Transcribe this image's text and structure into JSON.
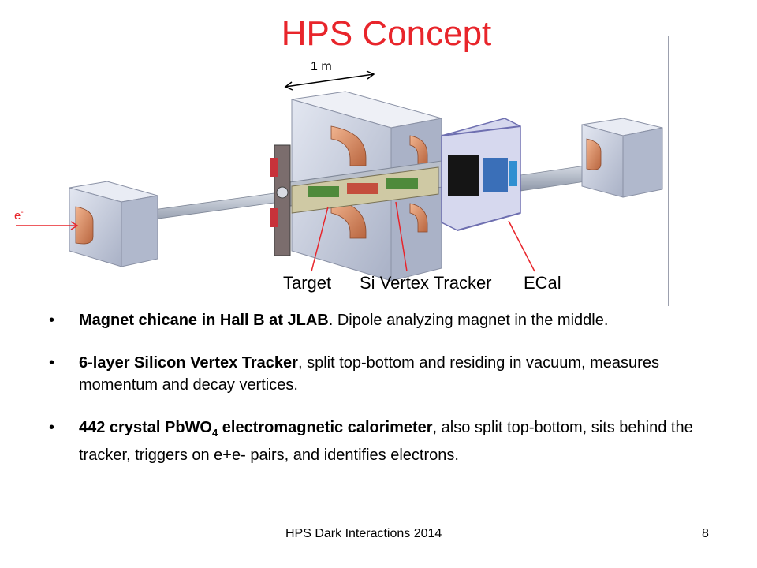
{
  "slide": {
    "title": "HPS Concept",
    "scale_label": "1 m",
    "beam_label": "e",
    "beam_label_sup": "-",
    "callouts": {
      "target": "Target",
      "tracker": "Si Vertex Tracker",
      "ecal": "ECal"
    },
    "bullets": [
      {
        "marker": "•",
        "bold": "Magnet chicane in Hall B at JLAB",
        "rest": ".  Dipole analyzing magnet in the middle."
      },
      {
        "marker": "•",
        "bold": "6-layer Silicon Vertex Tracker",
        "rest": ", split top-bottom and residing in vacuum, measures momentum and decay vertices."
      },
      {
        "marker": "•",
        "bold_a": "442 crystal PbWO",
        "bold_sub": "4",
        "bold_b": " electromagnetic calorimeter",
        "rest": ", also split top-bottom, sits behind the tracker, triggers on e+e- pairs, and identifies electrons."
      }
    ],
    "footer_center": "HPS Dark Interactions 2014",
    "page_number": "8"
  },
  "colors": {
    "title": "#e8252b",
    "magnet_body": "#c9cfe0",
    "coil": "#d98a62",
    "beampipe": "#b8bfcc",
    "frame": "#8f8fc4"
  }
}
